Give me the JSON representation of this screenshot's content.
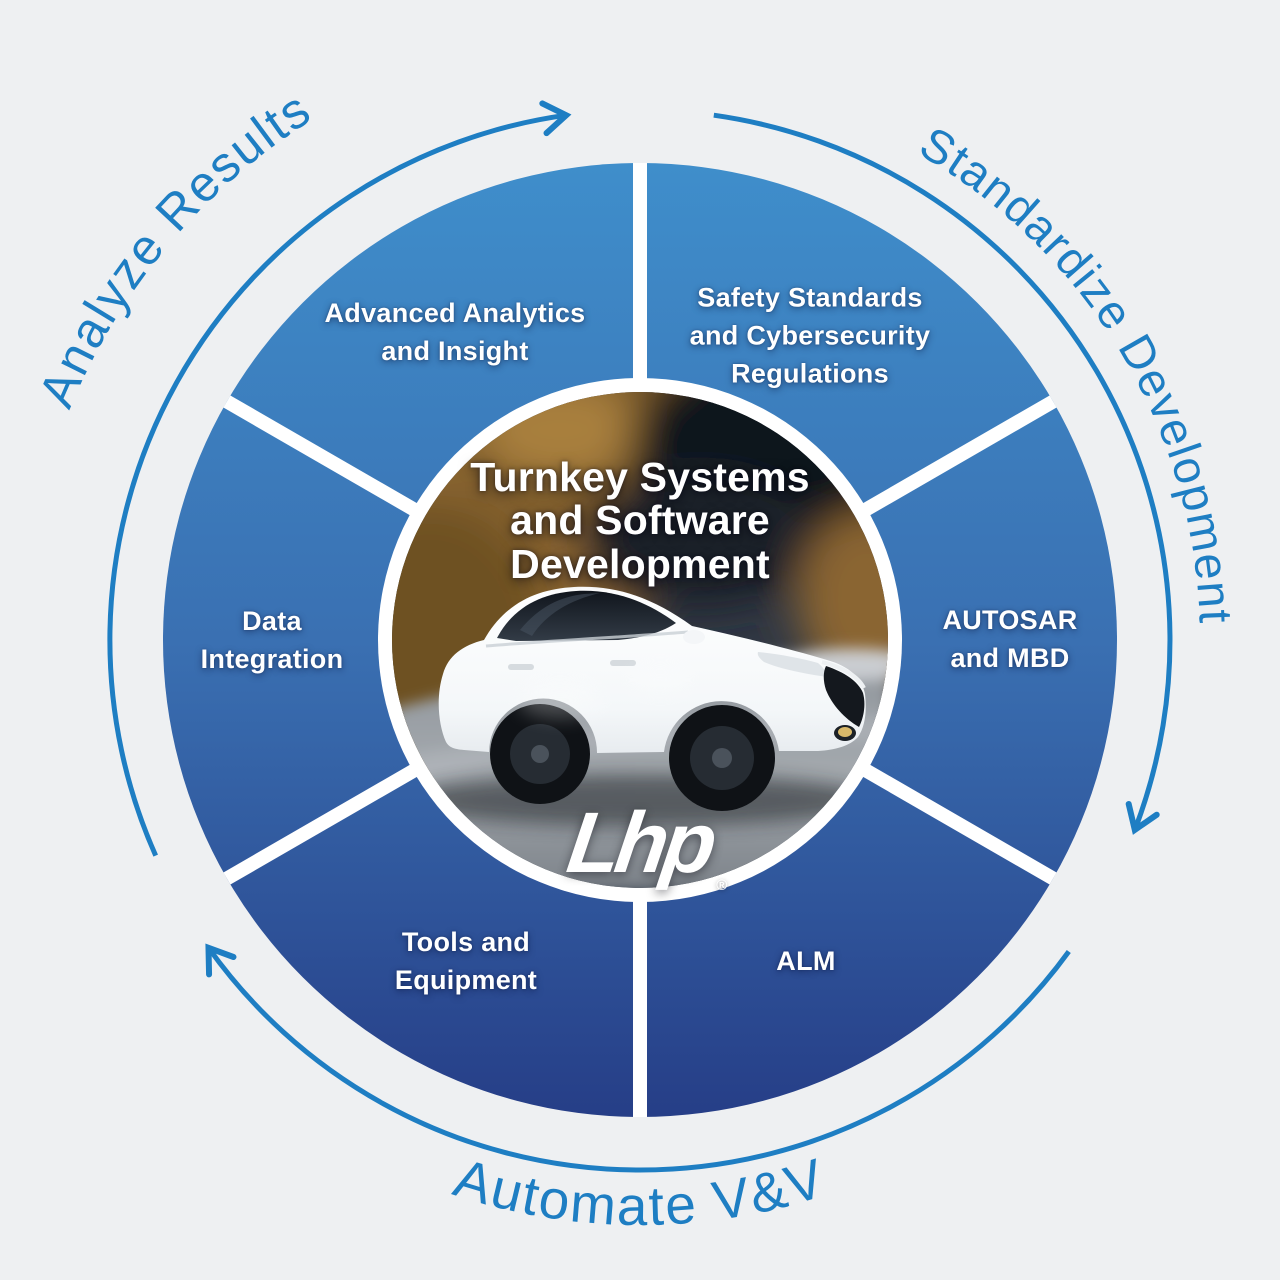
{
  "colors": {
    "background": "#eef0f2",
    "accent_blue": "#1e7ec3",
    "wheel_gradient_top": "#3f8ecb",
    "wheel_gradient_mid": "#3a70b2",
    "wheel_gradient_bottom": "#263e87",
    "segment_label_text": "#ffffff"
  },
  "center": {
    "title": "Turnkey Systems\nand Software\nDevelopment",
    "logo_text": "Lhp",
    "registered_mark": "®"
  },
  "segments": [
    {
      "id": "safety-standards",
      "label": "Safety Standards\nand Cybersecurity\nRegulations"
    },
    {
      "id": "autosar-mbd",
      "label": "AUTOSAR\nand MBD"
    },
    {
      "id": "alm",
      "label": "ALM"
    },
    {
      "id": "tools-equipment",
      "label": "Tools and\nEquipment"
    },
    {
      "id": "data-integration",
      "label": "Data\nIntegration"
    },
    {
      "id": "advanced-analytics",
      "label": "Advanced Analytics\nand Insight"
    }
  ],
  "outer_arrows": [
    {
      "id": "analyze-results",
      "label": "Analyze Results"
    },
    {
      "id": "standardize-development",
      "label": "Standardize Development"
    },
    {
      "id": "automate-vv",
      "label": "Automate V&V"
    }
  ]
}
